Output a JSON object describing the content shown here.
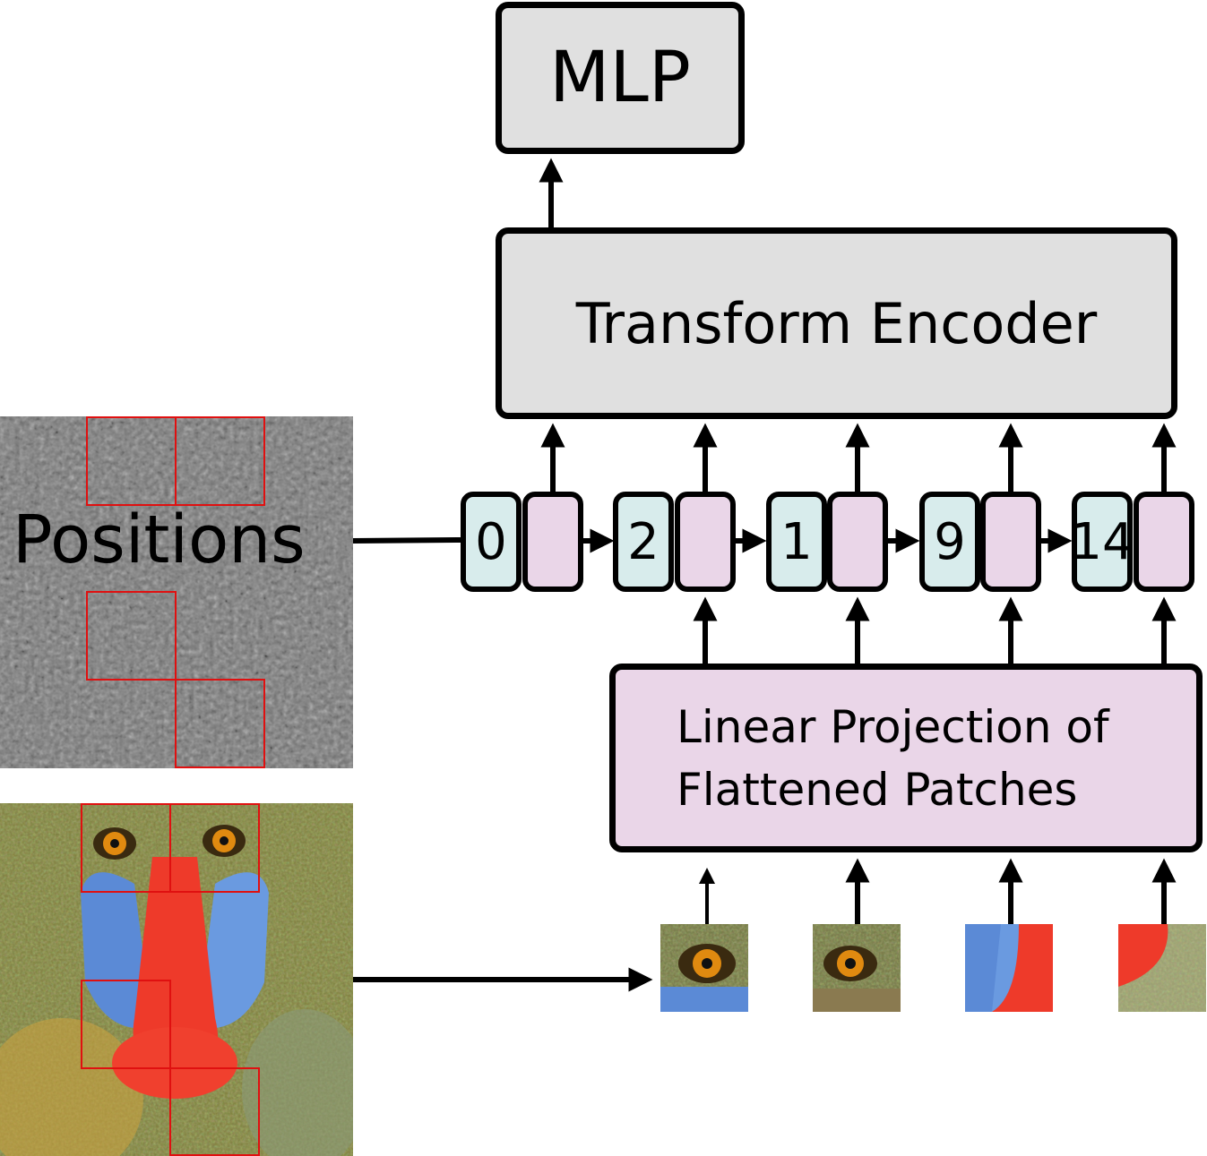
{
  "mlp_label": "MLP",
  "encoder_label": "Transform Encoder",
  "projection_lines": [
    "Linear Projection of",
    "Flattened Patches"
  ],
  "positions_label": "Positions",
  "tokens": [
    {
      "position": "0"
    },
    {
      "position": "2"
    },
    {
      "position": "1"
    },
    {
      "position": "9"
    },
    {
      "position": "14"
    }
  ],
  "colors": {
    "gray_box": "#e0e0e0",
    "pink_box": "#ead6e8",
    "teal_box": "#d8ecec",
    "grid_lines": "#e01010"
  }
}
